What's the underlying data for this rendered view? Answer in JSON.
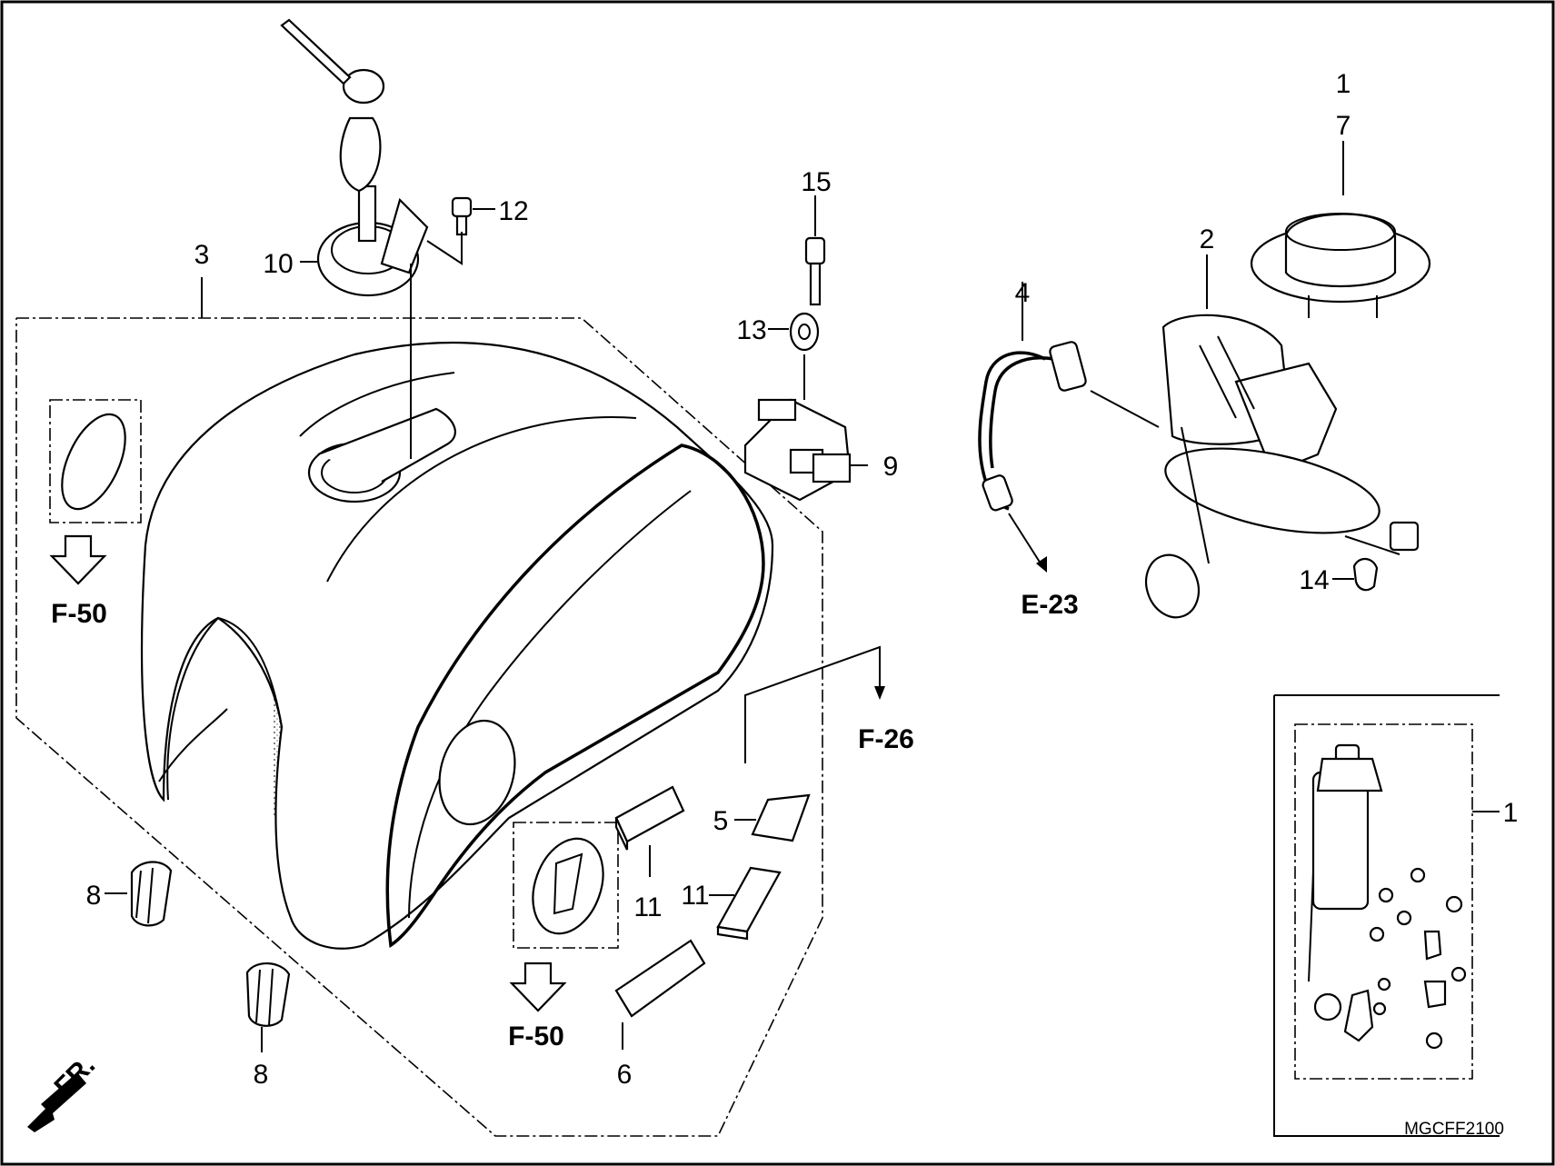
{
  "callouts": {
    "c1_top": "1",
    "c7": "7",
    "c2": "2",
    "c3": "3",
    "c4": "4",
    "c5": "5",
    "c6": "6",
    "c8_left": "8",
    "c8_bottom": "8",
    "c9": "9",
    "c10": "10",
    "c11_a": "11",
    "c11_b": "11",
    "c12": "12",
    "c13": "13",
    "c14": "14",
    "c15": "15",
    "c1_inset": "1"
  },
  "references": {
    "f50_left": "F-50",
    "f50_bottom": "F-50",
    "f26": "F-26",
    "e23": "E-23"
  },
  "direction_label": "FR.",
  "diagram_code": "MGCFF2100",
  "colors": {
    "ink": "#000000",
    "paper": "#ffffff"
  }
}
